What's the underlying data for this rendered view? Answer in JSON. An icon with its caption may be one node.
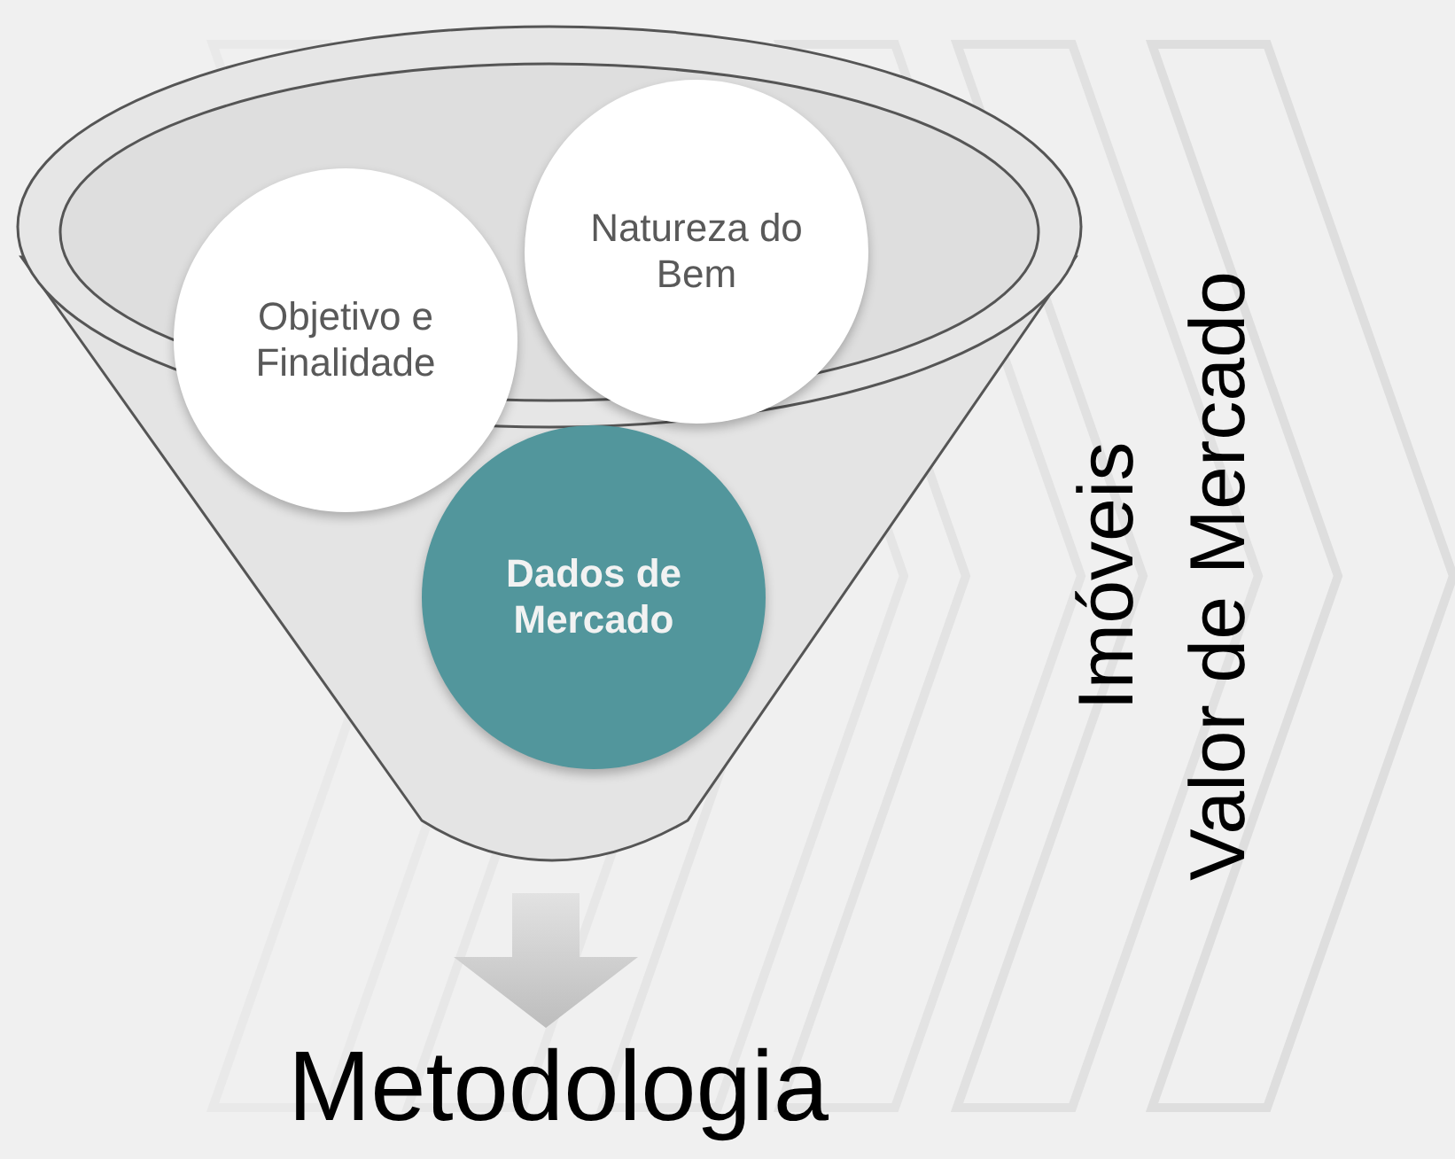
{
  "diagram": {
    "nodes": [
      {
        "text": [],
        "shape": "funnel"
      },
      {
        "text": [
          "Objetivo e Finalidade"
        ]
      },
      {
        "text": [
          "Natureza do Bem"
        ]
      },
      {
        "text": [
          "Dados de Mercado"
        ],
        "in": 0
      },
      {
        "text": [
          "Metodologia"
        ]
      }
    ],
    "edges": [
      {
        "from": 0,
        "to": 4,
        "arrow": "to"
      }
    ],
    "labels": [
      "Imóveis",
      "Valor de Mercado"
    ]
  }
}
